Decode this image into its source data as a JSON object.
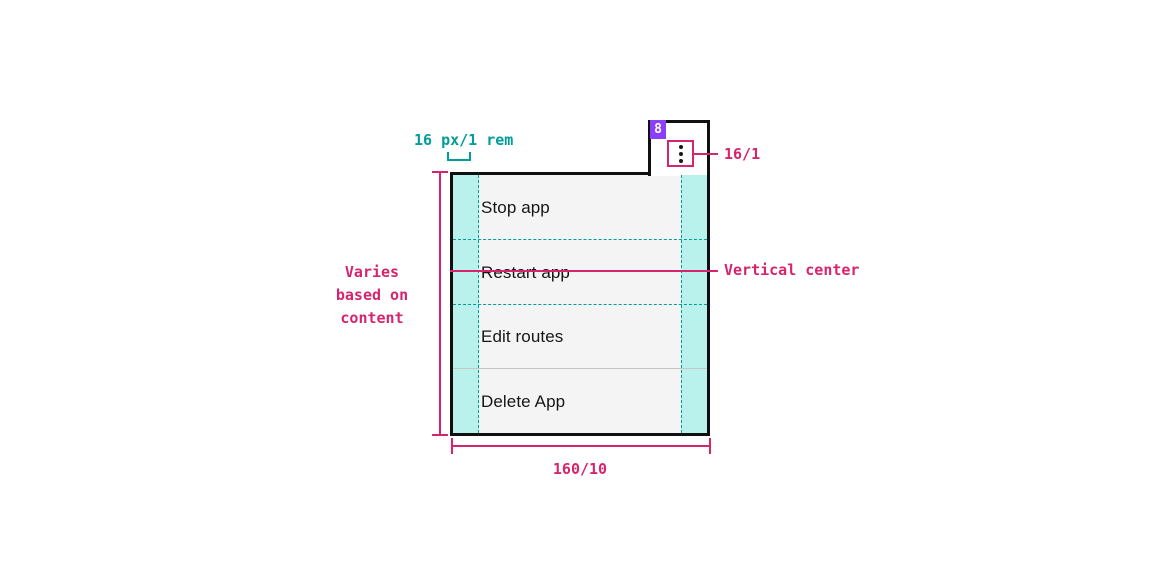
{
  "colors": {
    "magenta": "#d6246e",
    "teal": "#009d9a",
    "cyan-fill": "#b9f1ec",
    "purple": "#8a3ffc",
    "menu-bg": "#f4f4f4",
    "outline": "#101010",
    "text": "#161616",
    "divider": "#c6c6c6"
  },
  "component": {
    "trigger": {
      "icon": "kebab-menu-icon"
    },
    "menu": {
      "items": [
        {
          "label": "Stop app"
        },
        {
          "label": "Restart app"
        },
        {
          "label": "Edit routes"
        },
        {
          "label": "Delete App"
        }
      ]
    }
  },
  "annotations": {
    "badge": "8",
    "padding": "16 px/1 rem",
    "icon_size": "16/1",
    "vertical_center": "Vertical center",
    "height_note": [
      "Varies",
      "based on",
      "content"
    ],
    "width": "160/10"
  }
}
